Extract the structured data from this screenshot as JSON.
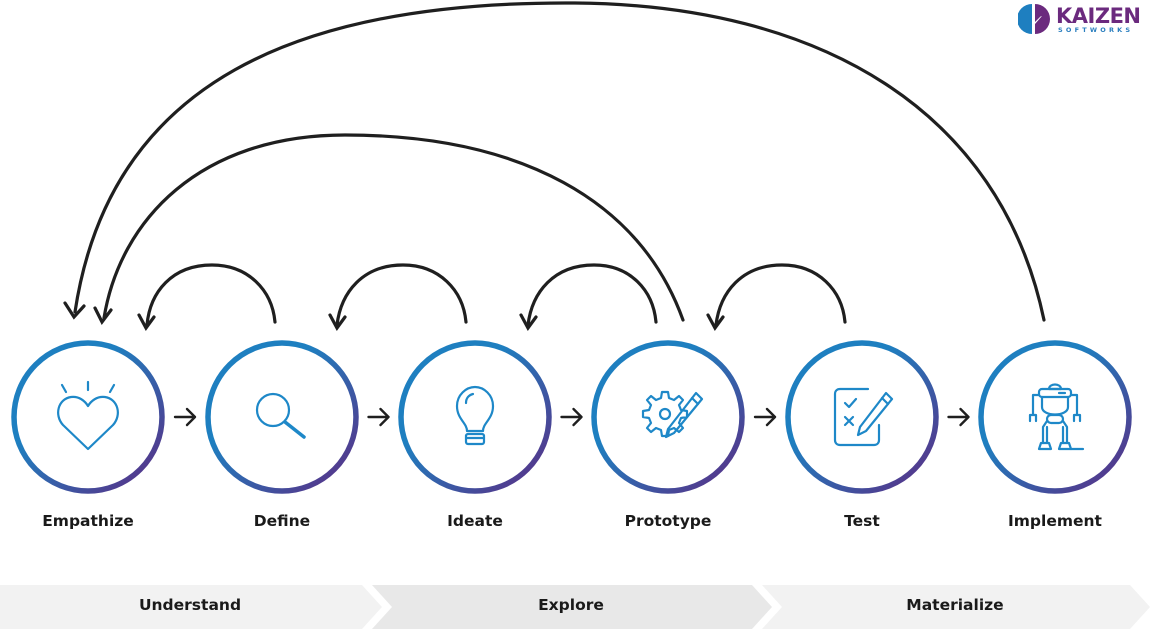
{
  "logo": {
    "name": "KAIZEN",
    "subtitle": "SOFTWORKS",
    "colors": {
      "blue": "#1e7fc0",
      "purple": "#6b2a7e"
    }
  },
  "stages": [
    {
      "label": "Empathize",
      "icon": "heart-icon"
    },
    {
      "label": "Define",
      "icon": "magnifier-icon"
    },
    {
      "label": "Ideate",
      "icon": "lightbulb-icon"
    },
    {
      "label": "Prototype",
      "icon": "gear-pencil-icon"
    },
    {
      "label": "Test",
      "icon": "checklist-pencil-icon"
    },
    {
      "label": "Implement",
      "icon": "robot-icon"
    }
  ],
  "forward_flow": [
    {
      "from": "Empathize",
      "to": "Define"
    },
    {
      "from": "Define",
      "to": "Ideate"
    },
    {
      "from": "Ideate",
      "to": "Prototype"
    },
    {
      "from": "Prototype",
      "to": "Test"
    },
    {
      "from": "Test",
      "to": "Implement"
    }
  ],
  "feedback_loops": [
    {
      "from": "Define",
      "to": "Empathize"
    },
    {
      "from": "Ideate",
      "to": "Define"
    },
    {
      "from": "Prototype",
      "to": "Ideate"
    },
    {
      "from": "Test",
      "to": "Prototype"
    },
    {
      "from": "Prototype",
      "to": "Empathize"
    },
    {
      "from": "Implement",
      "to": "Empathize"
    }
  ],
  "phases": [
    {
      "label": "Understand",
      "color": "#f2f2f2"
    },
    {
      "label": "Explore",
      "color": "#e8e8e8"
    },
    {
      "label": "Materialize",
      "color": "#f2f2f2"
    }
  ],
  "colors": {
    "ring_start": "#1e7fc0",
    "ring_end": "#5e2a82",
    "icon": "#1e88c8",
    "arrow": "#1f1f1f"
  }
}
